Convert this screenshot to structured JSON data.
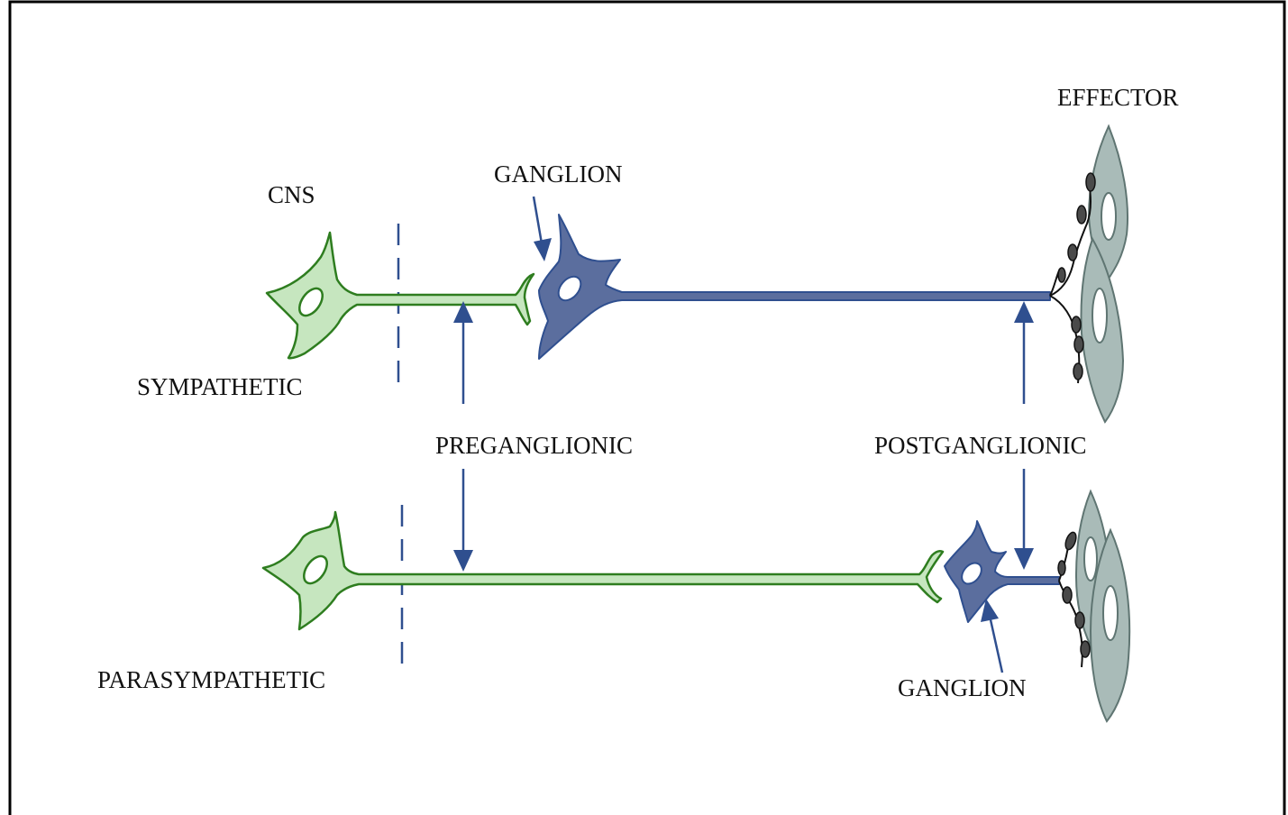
{
  "labels": {
    "cns": "CNS",
    "sympathetic": "SYMPATHETIC",
    "parasympathetic": "PARASYMPATHETIC",
    "ganglion_top": "GANGLION",
    "ganglion_bottom": "GANGLION",
    "effector": "EFFECTOR",
    "preganglionic": "PREGANGLIONIC",
    "postganglionic": "POSTGANGLIONIC"
  },
  "colors": {
    "preganglionic_neuron": "#2e7d1f",
    "preganglionic_fill": "#c6e6bf",
    "postganglionic_neuron": "#2f4f8f",
    "postganglionic_fill": "#5b6e9e",
    "arrow": "#2f4f8f",
    "effector_fill": "#a9bbb8",
    "effector_stroke": "#5f7572",
    "varicosity": "#4a4a4a"
  },
  "icons": {
    "cns_neuron": "neuron-cell-body-icon",
    "ganglion_neuron": "ganglion-neuron-icon",
    "effector_cell": "smooth-muscle-cell-icon",
    "arrow": "arrow-icon"
  }
}
